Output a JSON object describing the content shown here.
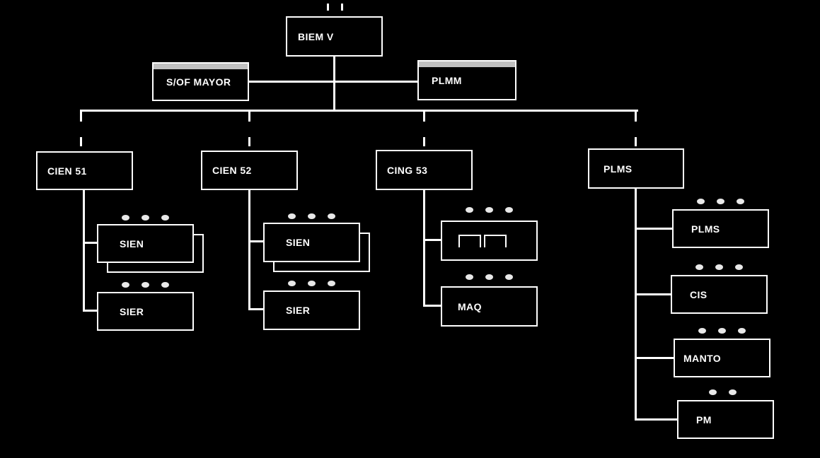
{
  "org_chart": {
    "root": {
      "label": "BIEM V"
    },
    "staff": [
      {
        "label": "S/OF MAYOR",
        "header_strip": true
      },
      {
        "label": "PLMM",
        "header_strip": true
      }
    ],
    "branches": [
      {
        "label": "CIEN 51",
        "children": [
          {
            "label": "SIEN",
            "stacked_box": true,
            "ellipsis_dots": 3
          },
          {
            "label": "SIER",
            "ellipsis_dots": 3
          }
        ]
      },
      {
        "label": "CIEN 52",
        "children": [
          {
            "label": "SIEN",
            "stacked_box": true,
            "ellipsis_dots": 3
          },
          {
            "label": "SIER",
            "ellipsis_dots": 3
          }
        ]
      },
      {
        "label": "CING 53",
        "children": [
          {
            "label": "",
            "icon": "double-bracket-icon",
            "ellipsis_dots": 3
          },
          {
            "label": "MAQ",
            "ellipsis_dots": 3
          }
        ]
      },
      {
        "label": "PLMS",
        "children": [
          {
            "label": "PLMS",
            "ellipsis_dots": 3
          },
          {
            "label": "CIS",
            "ellipsis_dots": 3
          },
          {
            "label": "MANTO",
            "ellipsis_dots": 3
          },
          {
            "label": "PM",
            "ellipsis_dots": 2
          }
        ]
      }
    ]
  },
  "colors": {
    "background": "#000000",
    "box_border": "#ffffff",
    "box_fill": "#000000",
    "label_text": "#ffffff",
    "header_strip": "#c0c0c0",
    "connector": "#ffffff",
    "ellipsis_dot": "#e8e8e8"
  }
}
